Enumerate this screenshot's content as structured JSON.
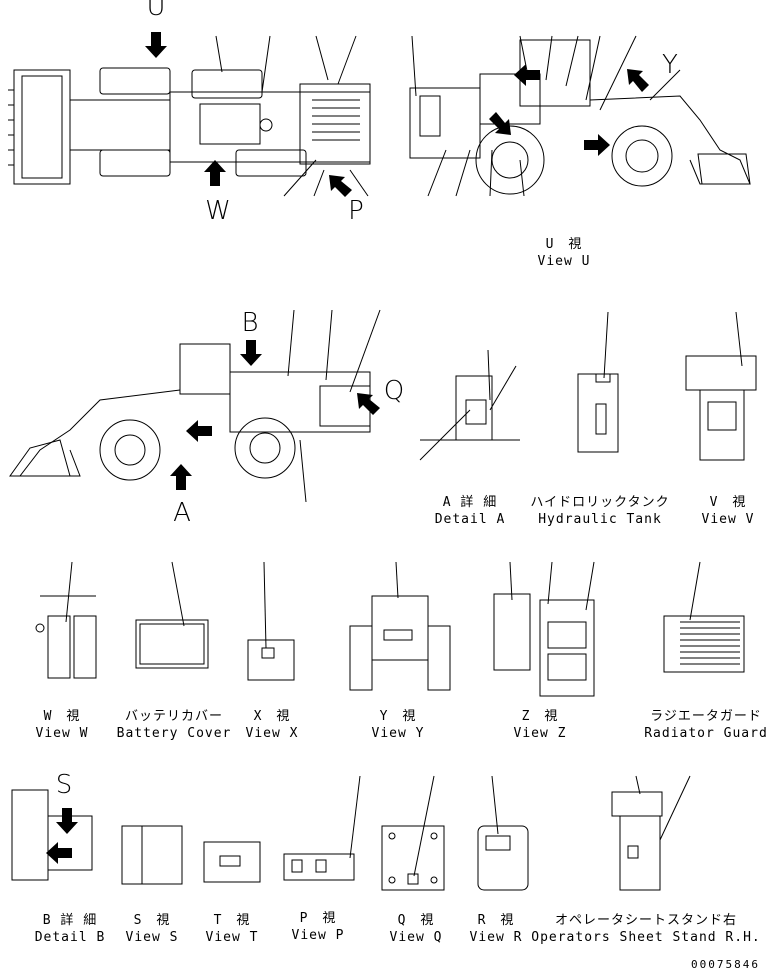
{
  "views": {
    "u": {
      "jp": "U　視",
      "en": "View U"
    },
    "detail_a": {
      "jp": "A 詳 細",
      "en": "Detail A"
    },
    "hydraulic_tank": {
      "jp": "ハイドロリックタンク",
      "en": "Hydraulic Tank"
    },
    "v": {
      "jp": "V　視",
      "en": "View V"
    },
    "w": {
      "jp": "W　視",
      "en": "View W"
    },
    "battery_cover": {
      "jp": "バッテリカバー",
      "en": "Battery Cover"
    },
    "x": {
      "jp": "X　視",
      "en": "View X"
    },
    "y": {
      "jp": "Y　視",
      "en": "View Y"
    },
    "z": {
      "jp": "Z　視",
      "en": "View Z"
    },
    "radiator_guard": {
      "jp": "ラジエータガード",
      "en": "Radiator Guard"
    },
    "detail_b": {
      "jp": "B 詳 細",
      "en": "Detail B"
    },
    "s": {
      "jp": "S　視",
      "en": "View S"
    },
    "t": {
      "jp": "T　視",
      "en": "View T"
    },
    "p": {
      "jp": "P　視",
      "en": "View P"
    },
    "q": {
      "jp": "Q　視",
      "en": "View Q"
    },
    "r": {
      "jp": "R　視",
      "en": "View R"
    },
    "operator_seat_stand": {
      "jp": "オペレータシートスタンド右",
      "en": "Operators Sheet Stand R.H."
    }
  },
  "callouts": {
    "u": "U",
    "w": "W",
    "p": "P",
    "y": "Y",
    "b": "B",
    "q": "Q",
    "a": "A",
    "s": "S"
  },
  "drawing_number": "00075846"
}
